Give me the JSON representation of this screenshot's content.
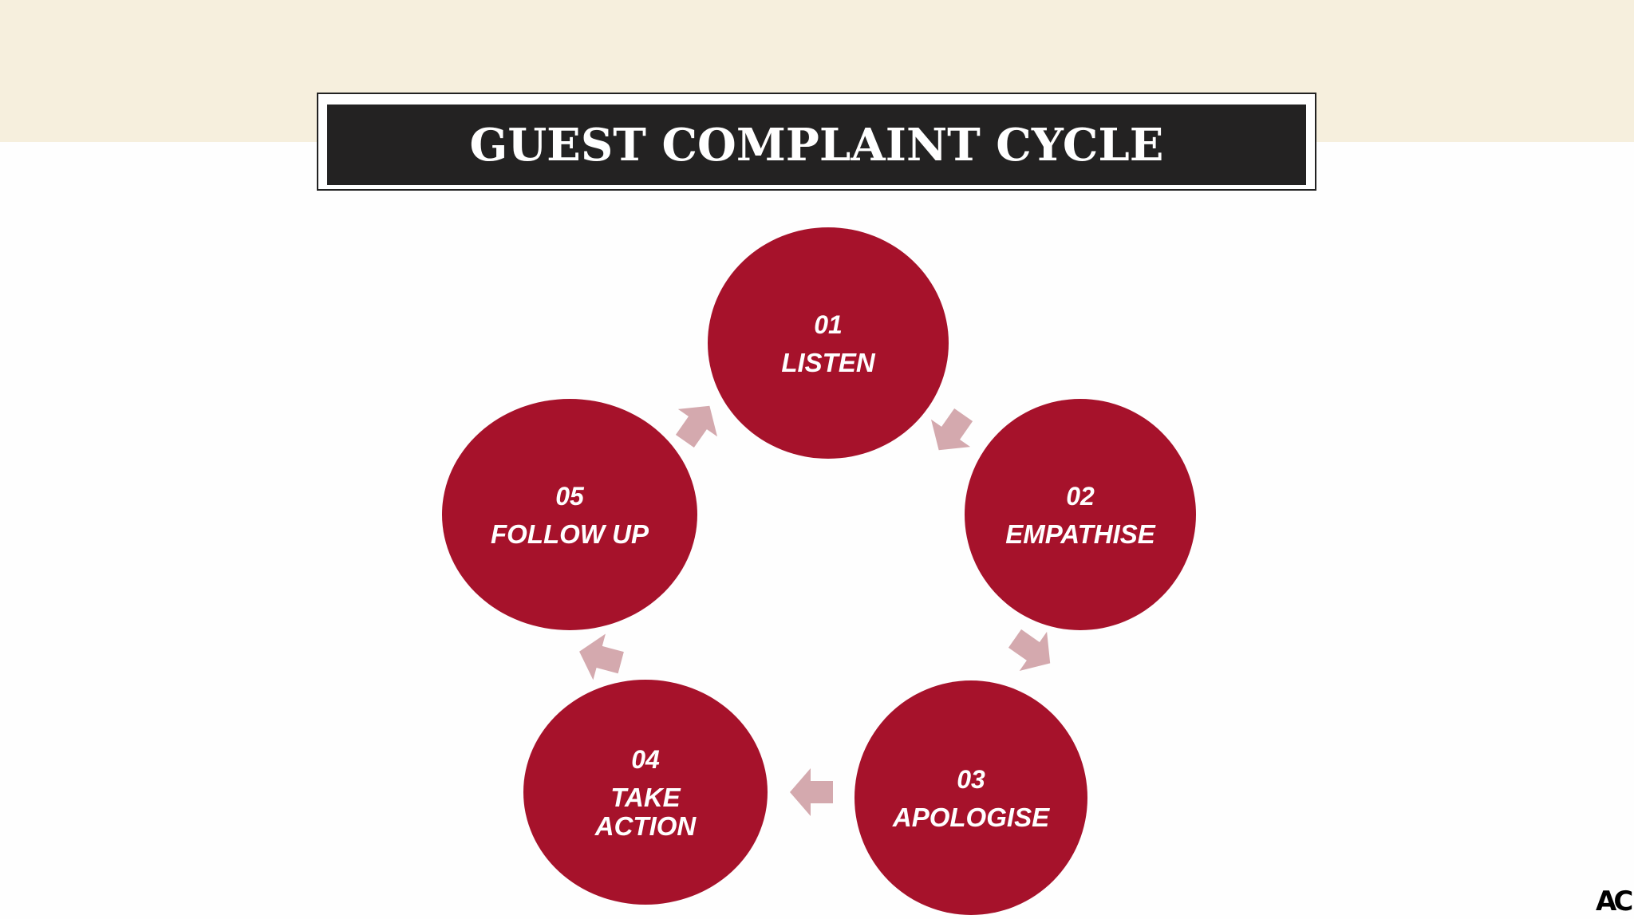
{
  "title": "GUEST COMPLAINT CYCLE",
  "colors": {
    "header_band": "#f6efdd",
    "title_bar": "#232222",
    "node_fill": "#a6122b",
    "arrow_fill": "#d4a9ae",
    "text_light": "#ffffff"
  },
  "steps": [
    {
      "number": "01",
      "label_lines": [
        "LISTEN"
      ]
    },
    {
      "number": "02",
      "label_lines": [
        "EMPATHISE"
      ]
    },
    {
      "number": "03",
      "label_lines": [
        "APOLOGISE"
      ]
    },
    {
      "number": "04",
      "label_lines": [
        "TAKE",
        "ACTION"
      ]
    },
    {
      "number": "05",
      "label_lines": [
        "FOLLOW UP"
      ]
    }
  ],
  "brand_mark": "AC"
}
